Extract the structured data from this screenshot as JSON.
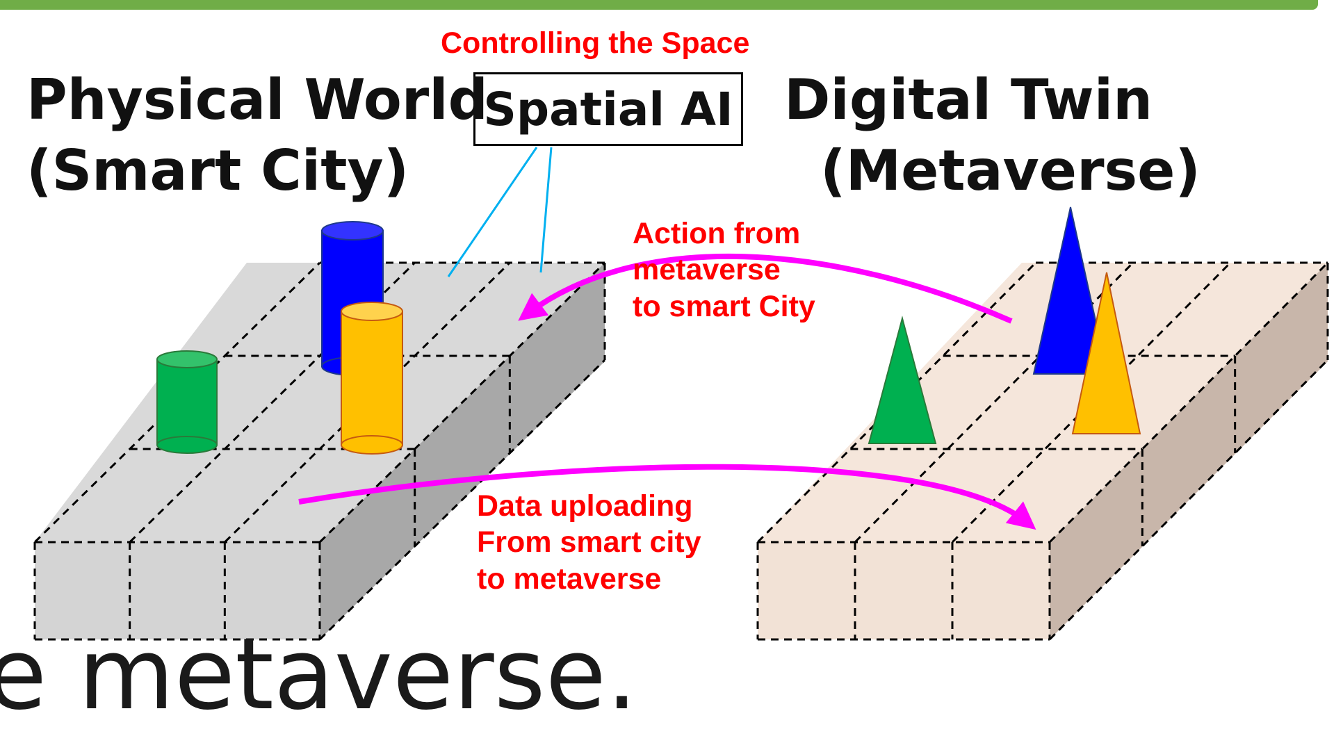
{
  "colors": {
    "banner": "#70ad47",
    "label_red": "#ff0000",
    "arrow_magenta": "#ff00ff",
    "connector_cyan": "#00b0f0",
    "physical_grid": "#d0d0d0",
    "metaverse_grid": "#f2e0d4",
    "blue": "#0000ff",
    "orange": "#ffc000",
    "green": "#00b050"
  },
  "top_label": "Controlling the Space",
  "spatial_ai": "Spatial AI",
  "physical_world": {
    "line1": "Physical World",
    "line2": "(Smart City)",
    "objects": [
      "blue-cylinder",
      "orange-cylinder",
      "green-cylinder"
    ]
  },
  "digital_twin": {
    "line1": "Digital Twin",
    "line2": "(Metaverse)",
    "objects": [
      "blue-cone",
      "orange-cone",
      "green-cone"
    ]
  },
  "action_label": [
    "Action from",
    "metaverse",
    "to smart City"
  ],
  "data_label": [
    "Data uploading",
    "From smart city",
    "to metaverse"
  ],
  "caption": "e metaverse."
}
